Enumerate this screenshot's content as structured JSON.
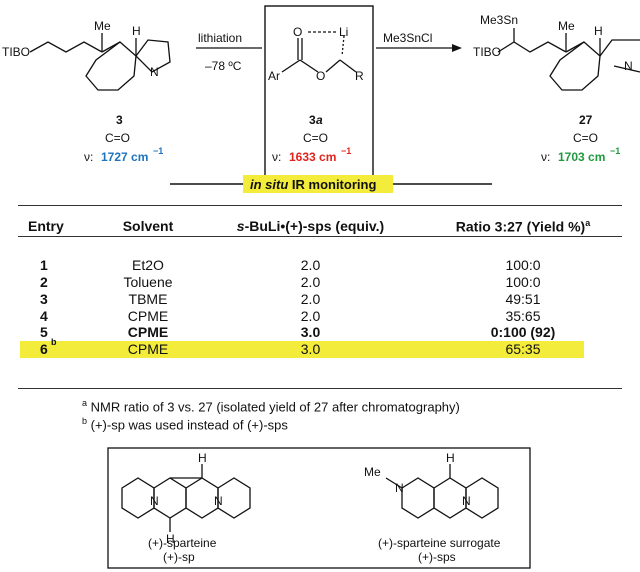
{
  "scheme": {
    "start_group": "TIBO",
    "me_label": "Me",
    "h_label": "H",
    "n_label": "N",
    "cmpd_3": "3",
    "cmpd_3a": "3",
    "cmpd_3a_suffix": "a",
    "cmpd_27": "27",
    "co_label": "C=O",
    "nu_label": "ν:",
    "freq_3": "1727 cm",
    "freq_3a": "1633 cm",
    "freq_27": "1703 cm",
    "freq_exp": "−1",
    "arrow1_top": "lithiation",
    "arrow1_bottom": "–78 ºC",
    "arrow2_top": "Me3SnCl",
    "li_label": "Li",
    "o_label": "O",
    "ar_label": "Ar",
    "r_label": "R",
    "me3sn_label": "Me3Sn",
    "ir_title_italic": "in situ",
    "ir_title_rest": " IR monitoring",
    "colors": {
      "blue": "#1e73be",
      "red": "#e0241b",
      "green": "#1f9a3c",
      "highlight": "#f3ec3a"
    }
  },
  "table": {
    "headers": {
      "entry": "Entry",
      "solvent": "Solvent",
      "reagent_italic": "s",
      "reagent_rest": "-BuLi•(+)-sps (equiv.)",
      "ratio": "Ratio 3:27 (Yield %)",
      "ratio_sup": "a"
    },
    "rows": [
      {
        "entry": "1",
        "sup": "",
        "solvent": "Et2O",
        "equiv": "2.0",
        "ratio": "100:0"
      },
      {
        "entry": "2",
        "sup": "",
        "solvent": "Toluene",
        "equiv": "2.0",
        "ratio": "100:0"
      },
      {
        "entry": "3",
        "sup": "",
        "solvent": "TBME",
        "equiv": "2.0",
        "ratio": "49:51"
      },
      {
        "entry": "4",
        "sup": "",
        "solvent": "CPME",
        "equiv": "2.0",
        "ratio": "35:65"
      },
      {
        "entry": "5",
        "sup": "",
        "solvent": "CPME",
        "equiv": "3.0",
        "ratio": "0:100 (92)"
      },
      {
        "entry": "6",
        "sup": "b",
        "solvent": "CPME",
        "equiv": "3.0",
        "ratio": "65:35"
      }
    ],
    "notes": [
      {
        "sup": "a",
        "text": " NMR ratio of 3 vs. 27 (isolated yield of 27 after chromatography)"
      },
      {
        "sup": "b",
        "text": " (+)-sp was used instead of (+)-sps"
      }
    ]
  },
  "ligands": {
    "sparteine_name": "(+)-sparteine",
    "sparteine_abbr": "(+)-sp",
    "surrogate_name": "(+)-sparteine surrogate",
    "surrogate_abbr": "(+)-sps",
    "me_label": "Me",
    "n_label": "N",
    "h_label": "H"
  }
}
